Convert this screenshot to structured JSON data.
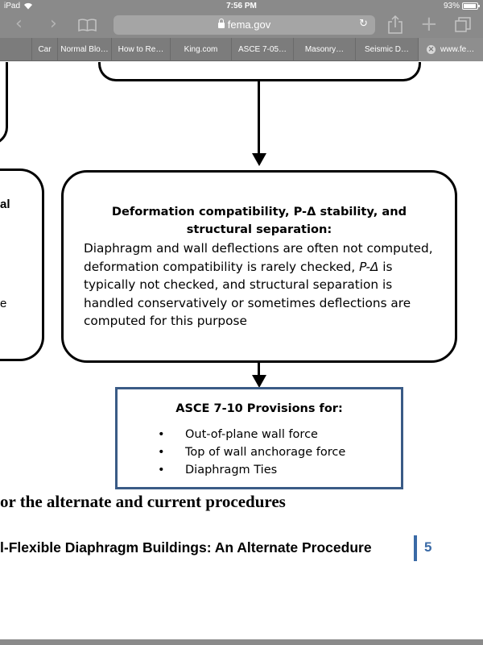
{
  "status_bar": {
    "device": "iPad",
    "time": "7:56 PM",
    "battery_percent": "93%",
    "battery_level": 0.93,
    "icons": [
      "wifi-icon",
      "battery-icon"
    ]
  },
  "browser": {
    "url": "fema.gov",
    "nav_back_icon": "‹",
    "nav_forward_icon": "›",
    "plus_icon": "+",
    "reload_icon": "↻",
    "tabs": [
      {
        "label": "",
        "active": false
      },
      {
        "label": "Car",
        "active": false
      },
      {
        "label": "Normal Blo…",
        "active": false
      },
      {
        "label": "How to Re…",
        "active": false
      },
      {
        "label": "King.com",
        "active": false
      },
      {
        "label": "ASCE 7-05…",
        "active": false
      },
      {
        "label": "Masonry…",
        "active": false
      },
      {
        "label": "Seismic D…",
        "active": false
      },
      {
        "label": "www.fe…",
        "active": true,
        "close_icon": "✕"
      }
    ]
  },
  "document": {
    "left_fragments": [
      "al",
      "e"
    ],
    "main_box": {
      "title": "Deformation compatibility, P-Δ stability, and structural separation:",
      "body_before": "Diaphragm and wall deflections are often not computed, deformation compatibility is rarely checked, ",
      "body_italic": "P-Δ",
      "body_after": " is typically not checked, and structural separation is handled conservatively or sometimes deflections are computed for this purpose"
    },
    "asce_box": {
      "title": "ASCE 7-10 Provisions for:",
      "bullet_char": "•",
      "items": [
        "Out-of-plane wall force",
        "Top of wall anchorage force",
        "Diaphragm Ties"
      ]
    },
    "caption": "or the alternate and current procedures",
    "footer_title": "l-Flexible Diaphragm Buildings: An Alternate Procedure",
    "page_number": "5"
  }
}
